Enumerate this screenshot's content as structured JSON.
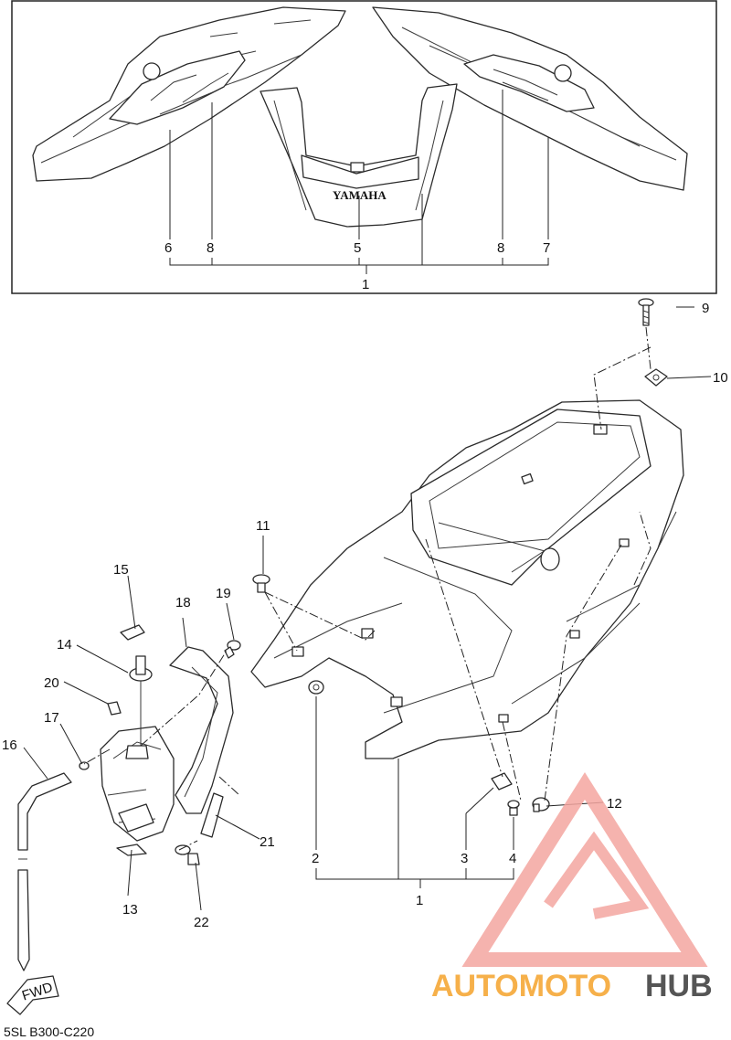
{
  "diagram": {
    "diagram_code": "5SL B300-C220",
    "emblem_text": "YAMAHA",
    "direction_marker": "FWD",
    "watermark": {
      "part_one": "AUTOMOTO",
      "part_two": "HUB",
      "accent_color": "#f6b04a",
      "secondary_color": "#555555",
      "logo_color": "#f4a6a0"
    },
    "labels": {
      "top_6": "6",
      "top_8a": "8",
      "top_5": "5",
      "top_8b": "8",
      "top_7": "7",
      "top_1": "1",
      "p9": "9",
      "p10": "10",
      "p11": "11",
      "p12": "12",
      "p2": "2",
      "p3": "3",
      "p4": "4",
      "bottom_1": "1",
      "p15": "15",
      "p18": "18",
      "p19": "19",
      "p14": "14",
      "p20": "20",
      "p17": "17",
      "p16": "16",
      "p21": "21",
      "p13": "13",
      "p22": "22"
    }
  }
}
